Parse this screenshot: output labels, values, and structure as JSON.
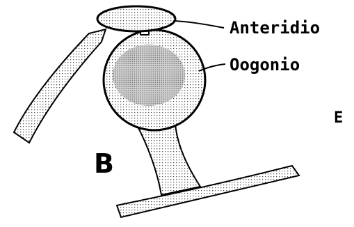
{
  "diagram": {
    "labels": {
      "antheridium": "Anteridio",
      "oogonium": "Oogonio"
    },
    "panel_letter": "B",
    "next_panel_letter": "E"
  }
}
